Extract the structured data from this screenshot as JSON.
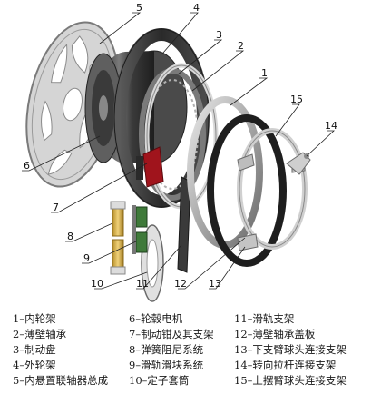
{
  "callouts": [
    "1",
    "2",
    "3",
    "4",
    "5",
    "6",
    "7",
    "8",
    "9",
    "10",
    "11",
    "12",
    "13",
    "14",
    "15"
  ],
  "legend": [
    "1–内轮架",
    "2–薄壁轴承",
    "3–制动盘",
    "4–外轮架",
    "5–内悬置联轴器总成",
    "6–轮毂电机",
    "7–制动钳及其支架",
    "8–弹簧阻尼系统",
    "9–滑轨滑块系统",
    "10–定子套筒",
    "11–滑轨支架",
    "12–薄壁轴承盖板",
    "13–下支臂球头连接支架",
    "14–转向拉杆连接支架",
    "15–上摆臂球头连接支架"
  ],
  "colors": {
    "dark_metal": "#3a3a3a",
    "mid_metal": "#8a8a8a",
    "light_metal": "#c9c9c9",
    "brake_red": "#a0141c",
    "spring_gold": "#d9b44a",
    "slider_green": "#3f7a3a",
    "leader": "#222222"
  }
}
